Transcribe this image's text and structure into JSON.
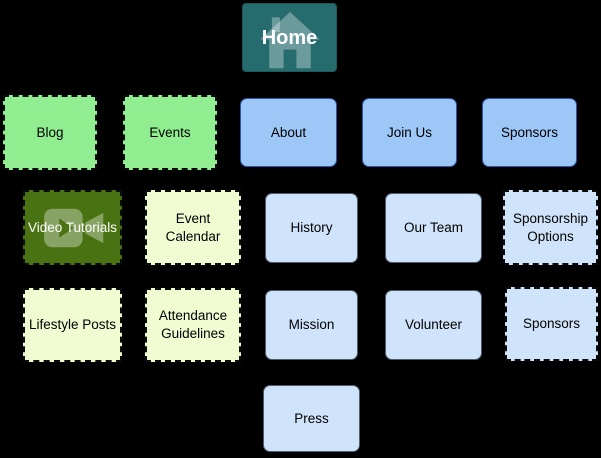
{
  "diagram": {
    "type": "sitemap-flowchart",
    "background_color": "#000000",
    "nodes": {
      "home": {
        "label": "Home",
        "level": 1,
        "style": "teal",
        "icon": "house-icon"
      },
      "blog": {
        "label": "Blog",
        "level": 2,
        "style": "green-dashed"
      },
      "events": {
        "label": "Events",
        "level": 2,
        "style": "green-dashed"
      },
      "about": {
        "label": "About",
        "level": 2,
        "style": "blue-solid"
      },
      "join_us": {
        "label": "Join Us",
        "level": 2,
        "style": "blue-solid"
      },
      "sponsors": {
        "label": "Sponsors",
        "level": 2,
        "style": "blue-solid"
      },
      "video_tutorials": {
        "label": "Video Tutorials",
        "level": 3,
        "style": "dark-green-dashed",
        "icon": "video-camera-icon"
      },
      "event_calendar": {
        "label": "Event Calendar",
        "level": 3,
        "style": "pale-dashed"
      },
      "history": {
        "label": "History",
        "level": 3,
        "style": "light-blue-solid"
      },
      "our_team": {
        "label": "Our Team",
        "level": 3,
        "style": "light-blue-solid"
      },
      "sponsorship_options": {
        "label": "Sponsorship Options",
        "level": 3,
        "style": "light-blue-dashed"
      },
      "lifestyle_posts": {
        "label": "Lifestyle Posts",
        "level": 3,
        "style": "pale-dashed"
      },
      "attendance_guidelines": {
        "label": "Attendance Guidelines",
        "level": 3,
        "style": "pale-dashed"
      },
      "mission": {
        "label": "Mission",
        "level": 3,
        "style": "light-blue-solid"
      },
      "volunteer": {
        "label": "Volunteer",
        "level": 3,
        "style": "light-blue-solid"
      },
      "sponsors_detail": {
        "label": "Sponsors",
        "level": 3,
        "style": "light-blue-dashed"
      },
      "press": {
        "label": "Press",
        "level": 3,
        "style": "light-blue-solid"
      }
    },
    "colors": {
      "teal_fill": "#266c6e",
      "teal_icon": "rgba(255,255,255,0.32)",
      "green_fill": "#90ee90",
      "dark_green_fill": "#497312",
      "pale_yellow_green_fill": "#f0fbd2",
      "blue_medium_fill": "#9cc7f7",
      "blue_medium_border": "#2f55a4",
      "blue_light_fill": "#cfe4fa",
      "blue_light_border": "#4e5d6e",
      "dashed_border": "#0b0b0b",
      "text_dark": "#000000",
      "text_light": "#ffffff"
    }
  }
}
